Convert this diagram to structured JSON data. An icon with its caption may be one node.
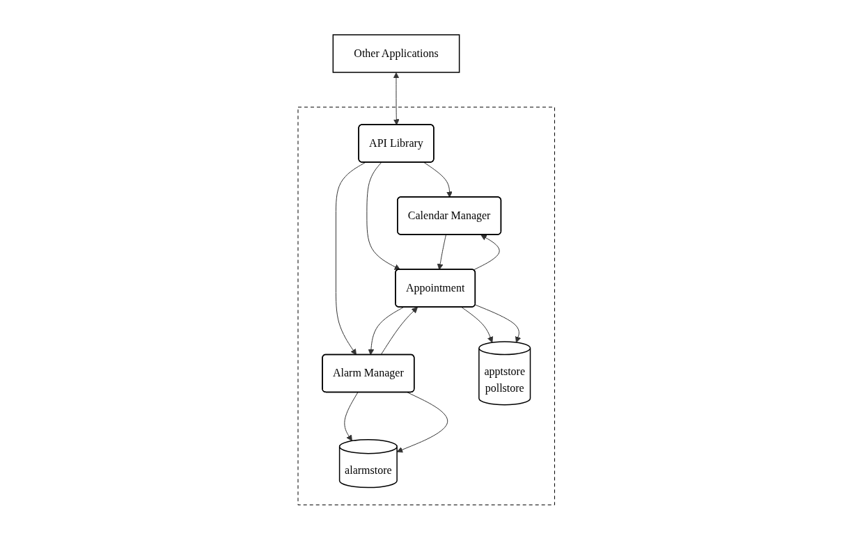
{
  "diagram": {
    "nodes": [
      {
        "text": [
          "Other Applications"
        ]
      },
      {
        "text": [],
        "shape": "box"
      },
      {
        "text": [
          "API Library"
        ],
        "in": 1
      },
      {
        "text": [
          "Calendar Manager"
        ],
        "in": 1
      },
      {
        "text": [
          "Appointment"
        ],
        "in": 1
      },
      {
        "text": [
          "Alarm Manager"
        ],
        "in": 1
      },
      {
        "text": [
          "apptstore",
          "pollstore"
        ],
        "in": 1
      },
      {
        "text": [
          "alarmstore"
        ],
        "in": 1
      }
    ],
    "edges": [
      {
        "from": 0,
        "to": 2,
        "arrow": "both"
      },
      {
        "from": 2,
        "to": 3,
        "arrow": "to"
      },
      {
        "from": 2,
        "to": 4,
        "arrow": "to"
      },
      {
        "from": 2,
        "to": 5,
        "arrow": "to"
      },
      {
        "from": 4,
        "to": 3,
        "arrow": "to"
      },
      {
        "from": 3,
        "to": 4,
        "arrow": "to"
      },
      {
        "from": 5,
        "to": 4,
        "arrow": "to"
      },
      {
        "from": 4,
        "to": 5,
        "arrow": "to"
      },
      {
        "from": 4,
        "to": 6,
        "arrow": "to"
      },
      {
        "from": 4,
        "to": 6,
        "arrow": "to"
      },
      {
        "from": 5,
        "to": 7,
        "arrow": "to"
      },
      {
        "from": 5,
        "to": 7,
        "arrow": "to"
      }
    ]
  }
}
